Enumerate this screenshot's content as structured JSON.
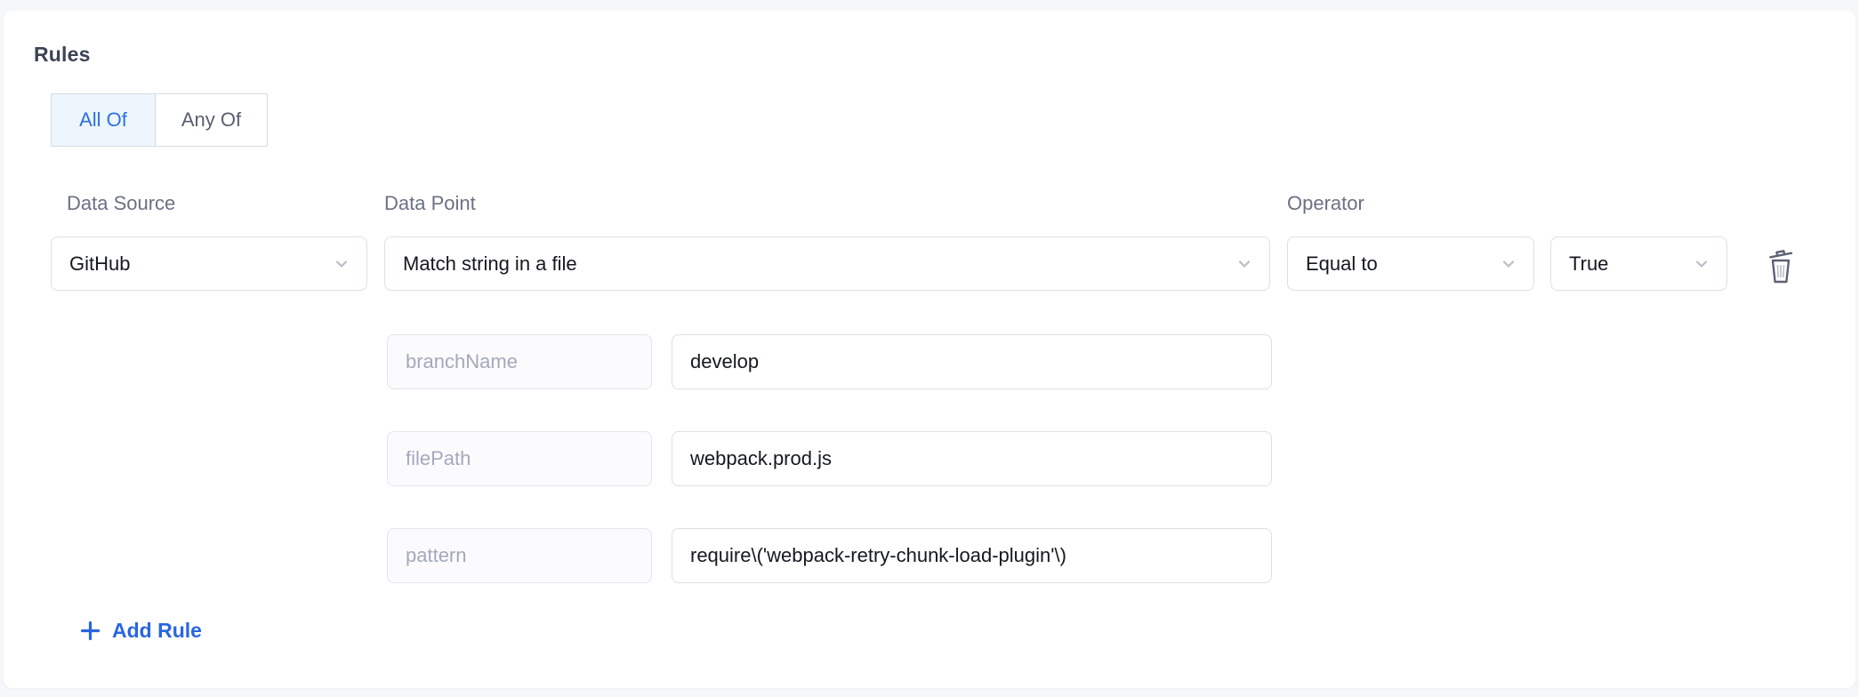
{
  "rules": {
    "title": "Rules",
    "match_modes": [
      {
        "label": "All Of",
        "selected": true
      },
      {
        "label": "Any Of",
        "selected": false
      }
    ]
  },
  "rule_row": {
    "data_source": {
      "label": "Data Source",
      "selected": "GitHub"
    },
    "data_point": {
      "label": "Data Point",
      "selected": "Match string in a file"
    },
    "operator": {
      "label": "Operator",
      "selected": "Equal to"
    },
    "expected_value": {
      "selected": "True"
    }
  },
  "parameters": [
    {
      "name": "branchName",
      "value": "develop"
    },
    {
      "name": "filePath",
      "value": "webpack.prod.js"
    },
    {
      "name": "pattern",
      "value": "require\\('webpack-retry-chunk-load-plugin'\\)"
    }
  ],
  "actions": {
    "add_rule_label": "Add Rule",
    "delete_rule_icon": "trash-icon",
    "add_rule_icon": "plus-icon"
  },
  "colors": {
    "page_background": "#f5f7fa",
    "card_background": "#ffffff",
    "accent_blue": "#2e6fdf",
    "link_blue": "#2965e0",
    "selected_toggle_bg": "#edf6fc",
    "border_gray": "#dcdfe9",
    "label_gray": "#6b7183",
    "muted_param_text": "#a4a8bb",
    "icon_slate": "#5c6173"
  }
}
